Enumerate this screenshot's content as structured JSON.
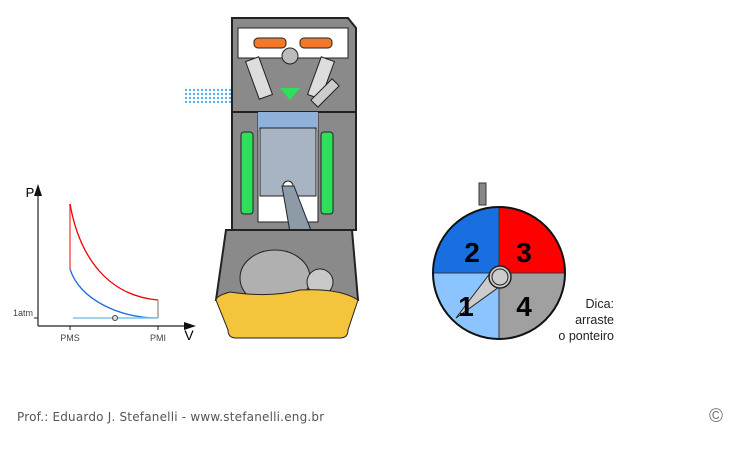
{
  "graph": {
    "y_label": "P",
    "x_label": "V",
    "atm_label": "1atm",
    "x_ticks": [
      "PMS",
      "PMI"
    ]
  },
  "dial": {
    "sectors": [
      "1",
      "2",
      "3",
      "4"
    ],
    "colors": {
      "1": "#8cc4ff",
      "2": "#1a6fe0",
      "3": "#ff0000",
      "4": "#a0a0a0"
    },
    "hint_line1": "Dica:",
    "hint_line2": "arraste",
    "hint_line3": "o ponteiro"
  },
  "footer": {
    "credit": "Prof.: Eduardo J. Stefanelli - www.stefanelli.eng.br",
    "copyright_symbol": "©"
  }
}
